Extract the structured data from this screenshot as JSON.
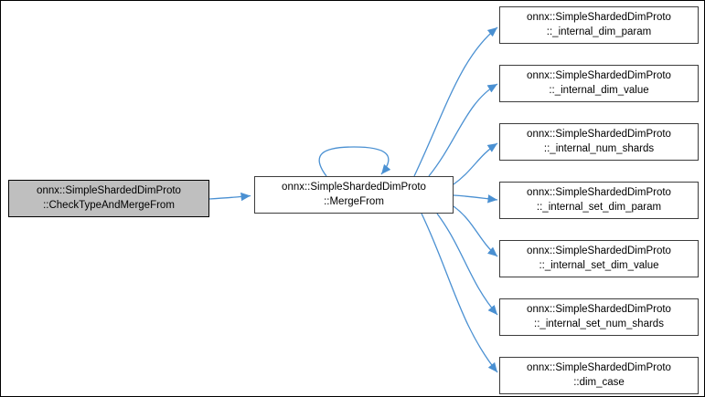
{
  "diagram": {
    "type": "call-graph",
    "colors": {
      "arrow": "#4a90d2",
      "current_node_fill": "#bfbfbf",
      "node_fill": "#ffffff",
      "node_border": "#3c3c3c",
      "background": "#ffffff",
      "frame": "#000000"
    },
    "nodes": [
      {
        "id": "check-type-and-merge-from",
        "line1": "onnx::SimpleShardedDimProto",
        "line2": "::CheckTypeAndMergeFrom",
        "current": true
      },
      {
        "id": "merge-from",
        "line1": "onnx::SimpleShardedDimProto",
        "line2": "::MergeFrom",
        "current": false
      },
      {
        "id": "internal-dim-param",
        "line1": "onnx::SimpleShardedDimProto",
        "line2": "::_internal_dim_param",
        "current": false
      },
      {
        "id": "internal-dim-value",
        "line1": "onnx::SimpleShardedDimProto",
        "line2": "::_internal_dim_value",
        "current": false
      },
      {
        "id": "internal-num-shards",
        "line1": "onnx::SimpleShardedDimProto",
        "line2": "::_internal_num_shards",
        "current": false
      },
      {
        "id": "internal-set-dim-param",
        "line1": "onnx::SimpleShardedDimProto",
        "line2": "::_internal_set_dim_param",
        "current": false
      },
      {
        "id": "internal-set-dim-value",
        "line1": "onnx::SimpleShardedDimProto",
        "line2": "::_internal_set_dim_value",
        "current": false
      },
      {
        "id": "internal-set-num-shards",
        "line1": "onnx::SimpleShardedDimProto",
        "line2": "::_internal_set_num_shards",
        "current": false
      },
      {
        "id": "dim-case",
        "line1": "onnx::SimpleShardedDimProto",
        "line2": "::dim_case",
        "current": false
      }
    ],
    "edges": [
      {
        "from": "check-type-and-merge-from",
        "to": "merge-from",
        "self_loop": false
      },
      {
        "from": "merge-from",
        "to": "merge-from",
        "self_loop": true
      },
      {
        "from": "merge-from",
        "to": "internal-dim-param",
        "self_loop": false
      },
      {
        "from": "merge-from",
        "to": "internal-dim-value",
        "self_loop": false
      },
      {
        "from": "merge-from",
        "to": "internal-num-shards",
        "self_loop": false
      },
      {
        "from": "merge-from",
        "to": "internal-set-dim-param",
        "self_loop": false
      },
      {
        "from": "merge-from",
        "to": "internal-set-dim-value",
        "self_loop": false
      },
      {
        "from": "merge-from",
        "to": "internal-set-num-shards",
        "self_loop": false
      },
      {
        "from": "merge-from",
        "to": "dim-case",
        "self_loop": false
      }
    ]
  }
}
